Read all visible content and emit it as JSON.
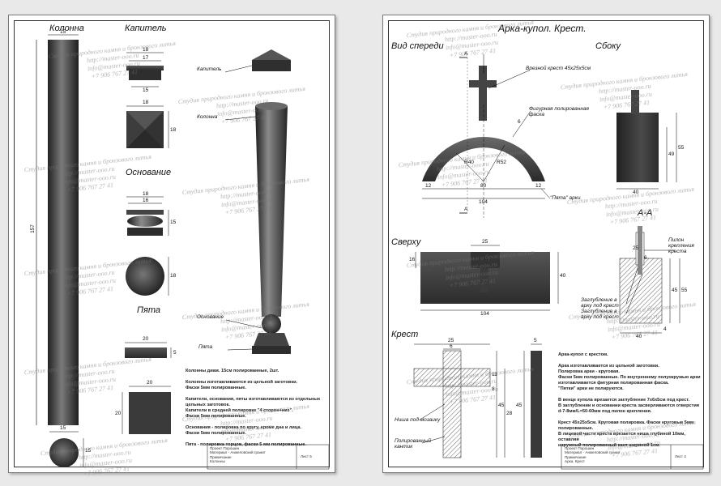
{
  "watermark": {
    "line1": "Студия природного камня и бронзового литья",
    "line2": "http://master-ooo.ru",
    "line3": "info@master-ooo.ru",
    "line4": "+7 906 767 27 41"
  },
  "left_sheet": {
    "heading_column": "Колонна",
    "heading_capital": "Капитель",
    "heading_base": "Основание",
    "heading_heel": "Пята",
    "callout_capital": "Капитель",
    "callout_column": "Колонна",
    "callout_base": "Основание",
    "callout_heel": "Пята",
    "dims": {
      "col_top": "15",
      "col_height": "157",
      "col_bottom_w": "15",
      "col_bottom_h": "15",
      "cap_w1": "18",
      "cap_w2": "17",
      "cap_w3": "15",
      "cap_top_w": "18",
      "cap_top_h": "18",
      "base_w1": "18",
      "base_w2": "16",
      "base_w3": "15",
      "base_top_h": "18",
      "heel_w": "20",
      "heel_h": "5",
      "heel_sq_w": "20",
      "heel_sq_h": "20"
    },
    "notes": "Колонны диам. 15см полированные, 2шт.\n\nКолонны изготавливаются из цельной заготовки.\nФаски 5мм полированные.\n\nКапители, основания, пяты изготавливаются из отдельных\nцельных заготовок.\nКапители в средней полировке \"4 сторон+низ\".\nФаски 5мм полированные.\n\nОснования - полировка по кругу, кроме дна и лица.\nФаски 5мм полированные.\n\nПята - полировка торцов, фаски 5 мм полированные.",
    "stamp": {
      "c1": "Проект Порошин\nМатериал - Анжеловский гранит\nПримечание\nКолонны",
      "c2": "Лист 5"
    }
  },
  "right_sheet": {
    "title": "Арка-купол. Крест.",
    "heading_front": "Вид спереди",
    "heading_side": "Сбоку",
    "heading_top": "Сверху",
    "heading_cross": "Крест",
    "section_label": "А-А",
    "section_mark": "А",
    "callouts": {
      "insert_cross": "Врезной крест 45х25х5см",
      "bevel": "Фигурная полированная\nфаска",
      "heels": "\"Пята\" арки",
      "pylon": "Пилон крепления\nкреста",
      "recess1": "Заглубление в\nарку под крест",
      "recess2": "Заглубление в\nарку под крест",
      "mosaic_niche": "Ниша под мозаику",
      "polished_edge": "Полированный\nкантик"
    },
    "dims": {
      "r_outer": "R40",
      "r_inner": "R52",
      "front_12a": "12",
      "front_80": "80",
      "front_12b": "12",
      "front_104": "104",
      "front_6": "6",
      "side_40": "40",
      "side_49": "49",
      "side_55": "55",
      "top_25": "25",
      "top_16": "16",
      "top_40": "40",
      "top_104": "104",
      "sec_25": "25",
      "sec_6": "6",
      "sec_45": "45",
      "sec_55": "55",
      "sec_40": "40",
      "sec_4": "4",
      "cross_25": "25",
      "cross_6": "6",
      "cross_11": "11",
      "cross_45": "45",
      "cross_28": "28",
      "cross_8": "8",
      "cross_side_45": "45",
      "cross_side_5": "5"
    },
    "notes": "Арка-купол с крестом.\n\nАрка изготавливается из цельной заготовки.\nПолировка арки - круговая.\nФаски 5мм полированные. По внутреннему полуокружью арки\nизготавливается фигурная полированная фаска.\n\"Пятки\" арки не полируются.\n\nВ венце купола врезается заглубление 7х6х5см под крест.\nВ заглублении и основании креста засверливаются отверстия\nd-7-8мм/L=50-60мм под пилон крепления.\n\nКрест 45х25х5см. Круговая полировка. Фаски круговые 5мм\nполированные.\nВ лицевой части креста врезается ниша глубиной 10мм, оставляя\nнаружный полированный кант шириной 1см.",
    "stamp": {
      "c1": "Проект Порошин\nМатериал - Анжеловский гранит\nПримечание\nАрка. Крест",
      "c2": "Лист 4"
    }
  }
}
